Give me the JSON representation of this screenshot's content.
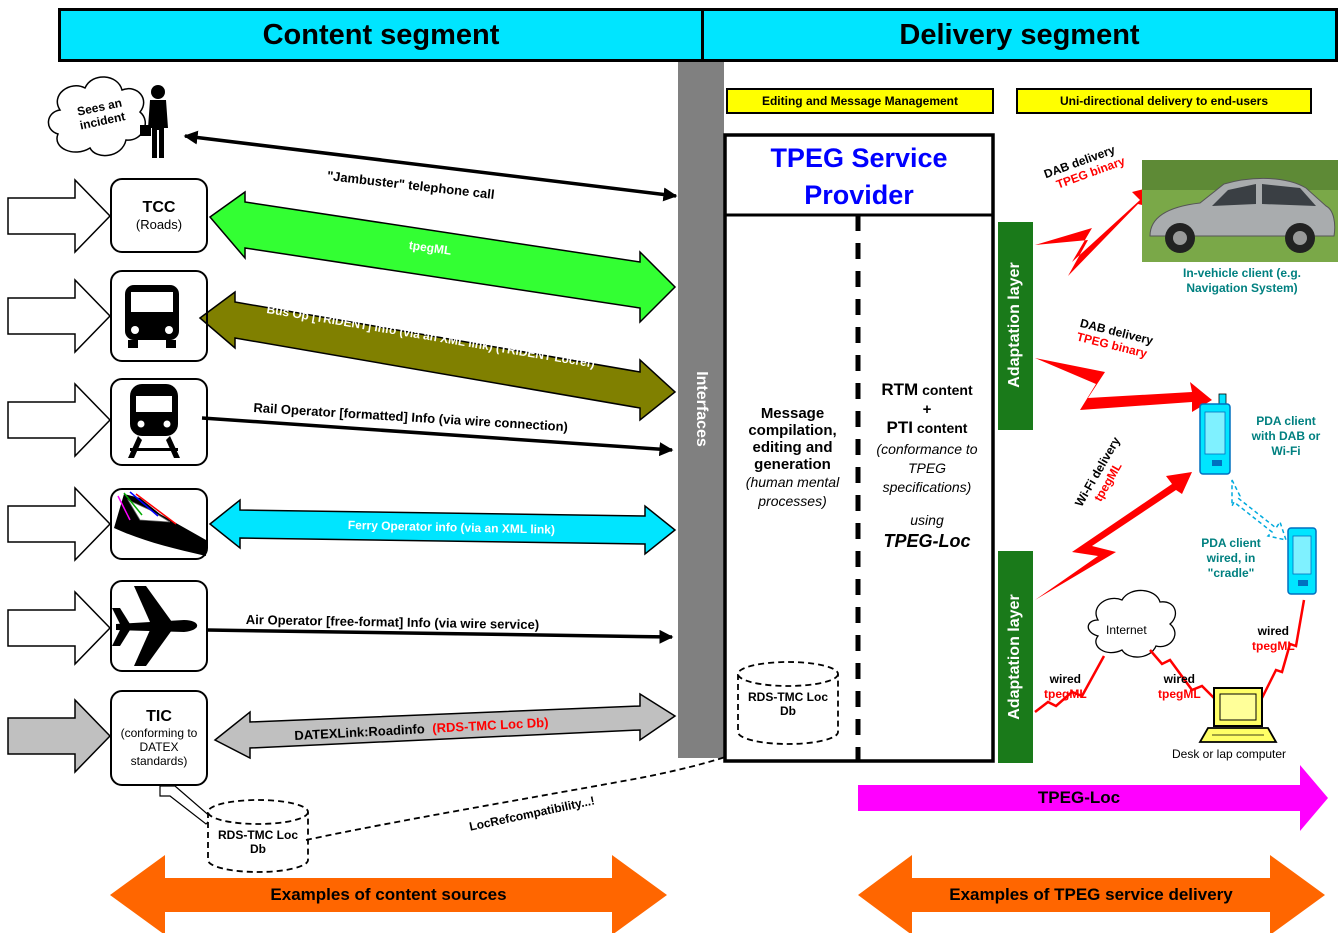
{
  "headers": {
    "content": "Content segment",
    "delivery": "Delivery segment"
  },
  "labels": {
    "editing": "Editing and Message Management",
    "unidirectional": "Uni-directional delivery to end-users"
  },
  "incident": {
    "bubble": "Sees an incident"
  },
  "sources": {
    "tcc": {
      "title": "TCC",
      "sub": "(Roads)"
    },
    "tic": {
      "title": "TIC",
      "sub": "(conforming to DATEX standards)"
    }
  },
  "links": {
    "jambuster": "\"Jambuster\" telephone call",
    "tpegml": "tpegML",
    "bus": "Bus Op [TRIDENT] info (via an XML link)  (TRIDENT Locref)",
    "rail": "Rail Operator [formatted] Info (via wire connection)",
    "ferry": "Ferry Operator info (via an XML link)",
    "air": "Air Operator [free-format] Info (via wire service)",
    "datex_main": "DATEXLink:Roadinfo",
    "datex_red": "(RDS-TMC Loc Db)",
    "locref": "LocRefcompatibility...!"
  },
  "interfaces": "Interfaces",
  "provider": {
    "title": "TPEG Service Provider",
    "left_main": "Message compilation, editing and generation",
    "left_italic": "(human mental processes)",
    "rtm_bold": "RTM",
    "rtm_rest": " content",
    "plus": "+",
    "pti_bold": "PTI",
    "pti_rest": " content",
    "conformance": "(conformance to TPEG specifications)",
    "using": "using",
    "tpegloc": "TPEG-Loc",
    "db": "RDS-TMC Loc Db"
  },
  "adaptation": "Adaptation layer",
  "delivery": {
    "dab_top": "DAB delivery",
    "tpeg_binary": "TPEG binary",
    "dab_mid": "DAB delivery",
    "wifi": "Wi-Fi delivery",
    "tpegml": "tpegML",
    "wired": "wired",
    "internet": "Internet"
  },
  "clients": {
    "vehicle": "In-vehicle client (e.g. Navigation System)",
    "pda_dab": "PDA client with DAB or Wi-Fi",
    "pda_wired": "PDA client wired, in \"cradle\"",
    "desk": "Desk or lap computer"
  },
  "db_left": "RDS-TMC Loc Db",
  "tpegloc_bar": "TPEG-Loc",
  "bottom": {
    "content_sources": "Examples of content sources",
    "service_delivery": "Examples of TPEG service delivery"
  },
  "colors": {
    "cyan": "#00e5ff",
    "green": "#33ff33",
    "olive": "#808000",
    "grey": "#c0c0c0",
    "orange": "#ff6600",
    "magenta": "#ff00ff",
    "darkgreen": "#1a7a1a",
    "red": "#ff0000",
    "blue": "#0000ff",
    "teal": "#008080",
    "yellow": "#ffff00"
  }
}
